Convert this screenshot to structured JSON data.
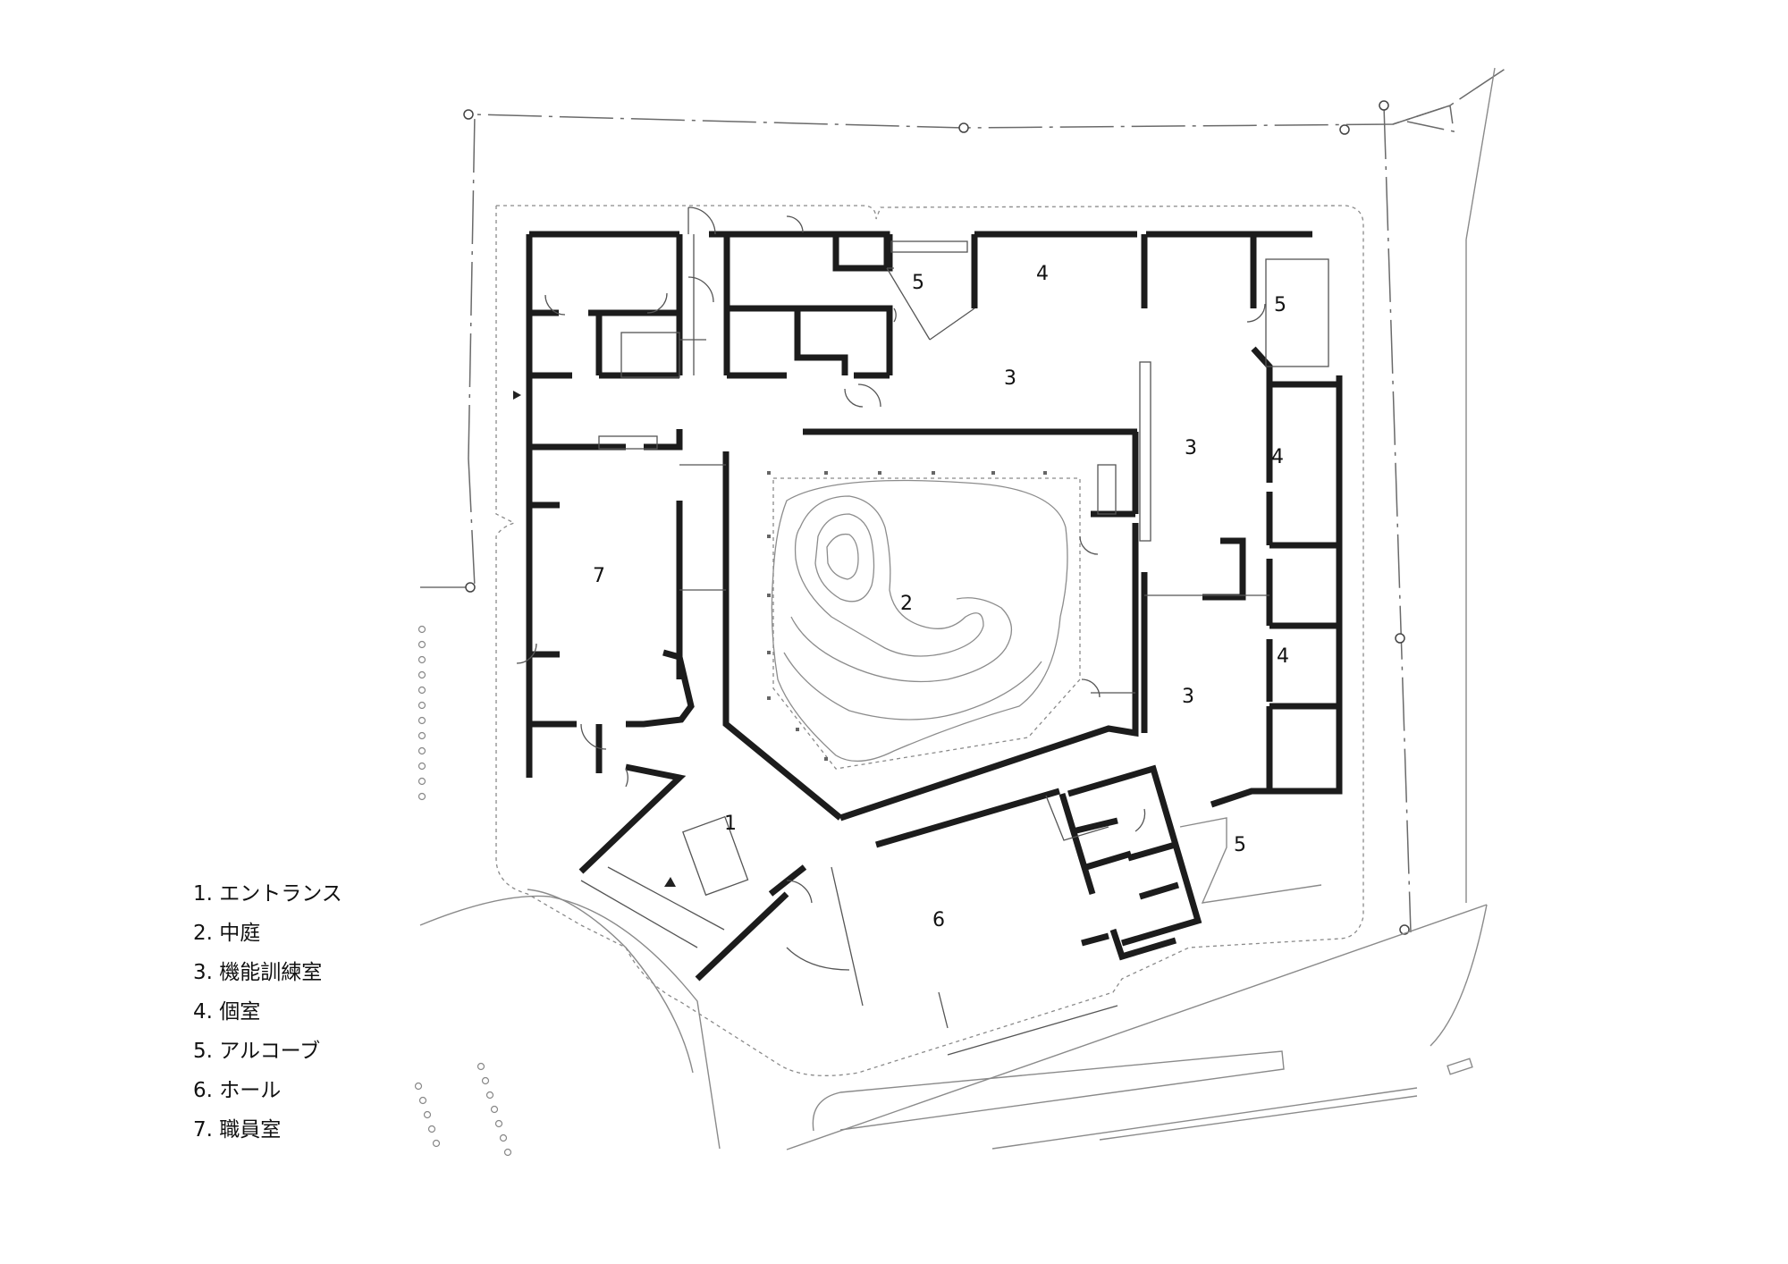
{
  "rooms": [
    {
      "id": "entrance",
      "number": "1"
    },
    {
      "id": "courtyard",
      "number": "2"
    },
    {
      "id": "training-room-n",
      "number": "3"
    },
    {
      "id": "training-room-e",
      "number": "3"
    },
    {
      "id": "training-room-se",
      "number": "3"
    },
    {
      "id": "private-room-n",
      "number": "4"
    },
    {
      "id": "private-room-e1",
      "number": "4"
    },
    {
      "id": "private-room-e2",
      "number": "4"
    },
    {
      "id": "alcove-n",
      "number": "5"
    },
    {
      "id": "alcove-ne",
      "number": "5"
    },
    {
      "id": "alcove-se",
      "number": "5"
    },
    {
      "id": "hall",
      "number": "6"
    },
    {
      "id": "staff-room",
      "number": "7"
    }
  ],
  "legend": [
    "1. エントランス",
    "2. 中庭",
    "3. 機能訓練室",
    "4. 個室",
    "5. アルコーブ",
    "6. ホール",
    "7. 職員室"
  ]
}
